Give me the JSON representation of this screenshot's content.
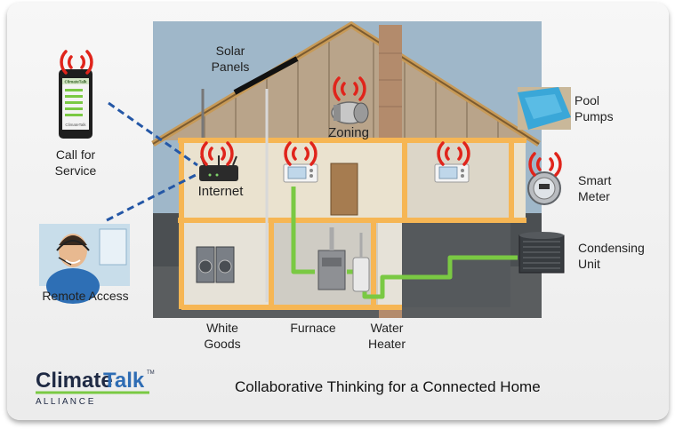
{
  "labels": {
    "solar_panels": "Solar Panels",
    "zoning": "Zoning",
    "internet": "Internet",
    "call_for_service": "Call for Service",
    "remote_access": "Remote Access",
    "pool_pumps": "Pool Pumps",
    "smart_meter": "Smart Meter",
    "condensing_unit": "Condensing Unit",
    "white_goods": "White Goods",
    "furnace": "Furnace",
    "water_heater": "Water Heater"
  },
  "brand": {
    "name_part1": "Climate",
    "name_part2": "Talk",
    "tm": "TM",
    "subtitle": "A L L I A N C E"
  },
  "tagline": "Collaborative Thinking for a Connected Home",
  "phone_screen": {
    "header": "ClimateTalk",
    "footer": "ClimateTalk"
  },
  "colors": {
    "signal_red": "#e0241b",
    "wire_green": "#7ac943",
    "link_blue": "#2457a6",
    "frame_orange": "#f6b654",
    "sky_blue": "#9fb7c9"
  },
  "icons": [
    "wifi-signal-icon",
    "router-icon",
    "thermostat-icon",
    "smart-meter-icon",
    "phone-icon",
    "headset-person-icon",
    "washer-dryer-icon",
    "furnace-icon",
    "water-heater-icon",
    "condenser-icon",
    "pool-icon",
    "zoning-damper-icon"
  ]
}
